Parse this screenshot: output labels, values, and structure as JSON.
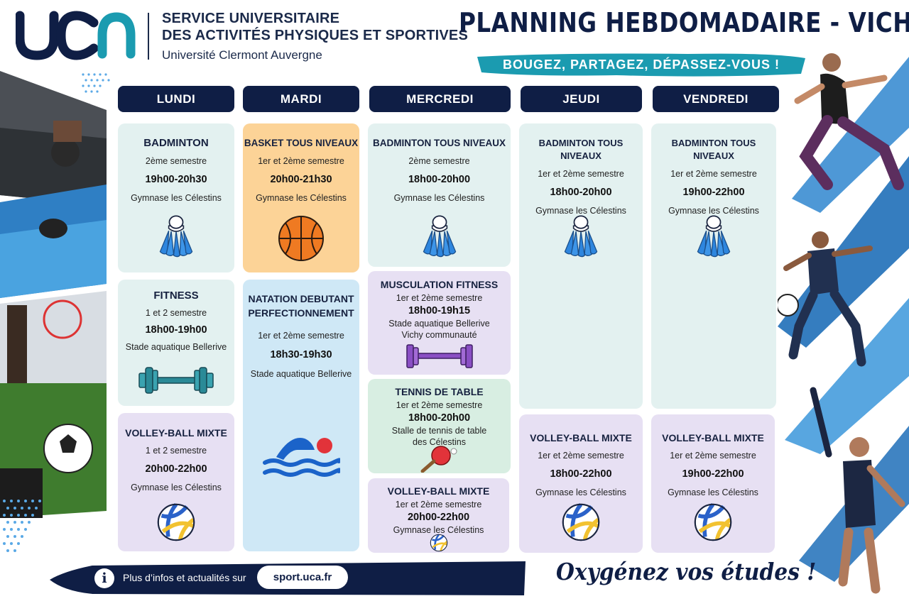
{
  "header": {
    "org_name_1": "SERVICE UNIVERSITAIRE",
    "org_name_2": "DES ACTIVITÉS PHYSIQUES ET SPORTIVES",
    "university": "Université Clermont Auvergne",
    "title": "PLANNING HEBDOMADAIRE - VICHY",
    "slogan": "BOUGEZ, PARTAGEZ, DÉPASSEZ-VOUS !",
    "logo_icon": "uca-logo-icon"
  },
  "days": [
    "LUNDI",
    "MARDI",
    "MERCREDI",
    "JEUDI",
    "VENDREDI"
  ],
  "schedule": {
    "lundi": [
      {
        "title": "BADMINTON",
        "semester": "2ème semestre",
        "hours": "19h00-20h30",
        "location": "Gymnase les Célestins",
        "icon": "shuttlecock-icon"
      },
      {
        "title": "FITNESS",
        "semester": "1 et 2 semestre",
        "hours": "18h00-19h00",
        "location": "Stade aquatique Bellerive",
        "icon": "dumbbell-icon"
      },
      {
        "title": "VOLLEY-BALL MIXTE",
        "semester": "1 et 2 semestre",
        "hours": "20h00-22h00",
        "location": "Gymnase les Célestins",
        "icon": "volleyball-icon"
      }
    ],
    "mardi": [
      {
        "title": "BASKET TOUS NIVEAUX",
        "semester": "1er et 2ème semestre",
        "hours": "20h00-21h30",
        "location": "Gymnase les Célestins",
        "icon": "basketball-icon"
      },
      {
        "title_1": "NATATION DEBUTANT",
        "title_2": "PERFECTIONNEMENT",
        "semester": "1er et 2ème semestre",
        "hours": "18h30-19h30",
        "location": "Stade aquatique Bellerive",
        "icon": "swimmer-icon"
      }
    ],
    "mercredi": [
      {
        "title": "BADMINTON TOUS NIVEAUX",
        "semester": "2ème semestre",
        "hours": "18h00-20h00",
        "location": "Gymnase les Célestins",
        "icon": "shuttlecock-icon"
      },
      {
        "title": "MUSCULATION FITNESS",
        "semester": "1er et 2ème semestre",
        "hours": "18h00-19h15",
        "location_1": "Stade aquatique Bellerive",
        "location_2": "Vichy communauté",
        "icon": "barbell-icon"
      },
      {
        "title": "TENNIS DE TABLE",
        "semester": "1er et 2ème semestre",
        "hours": "18h00-20h00",
        "location_1": "Stalle de tennis de table",
        "location_2": "des Célestins",
        "icon": "ping-pong-paddle-icon"
      },
      {
        "title": "VOLLEY-BALL MIXTE",
        "semester": "1er et 2ème semestre",
        "hours": "20h00-22h00",
        "location": "Gymnase les Célestins",
        "icon": "volleyball-icon"
      }
    ],
    "jeudi": [
      {
        "title": "BADMINTON TOUS NIVEAUX",
        "semester": "1er et 2ème semestre",
        "hours": "18h00-20h00",
        "location": "Gymnase les Célestins",
        "icon": "shuttlecock-icon"
      },
      {
        "title": "VOLLEY-BALL MIXTE",
        "semester": "1er et 2ème semestre",
        "hours": "18h00-22h00",
        "location": "Gymnase les Célestins",
        "icon": "volleyball-icon"
      }
    ],
    "vendredi": [
      {
        "title": "BADMINTON TOUS NIVEAUX",
        "semester": "1er et 2ème semestre",
        "hours": "19h00-22h00",
        "location": "Gymnase les Célestins",
        "icon": "shuttlecock-icon"
      },
      {
        "title": "VOLLEY-BALL MIXTE",
        "semester": "1er et 2ème semestre",
        "hours": "19h00-22h00",
        "location": "Gymnase les Célestins",
        "icon": "volleyball-icon"
      }
    ]
  },
  "footer": {
    "info_text": "Plus d’infos et actualités sur",
    "url": "sport.uca.fr",
    "tagline": "Oxygénez vos études !",
    "info_icon": "info-icon"
  },
  "colors": {
    "navy": "#0f1e45",
    "teal_card": "#e3f1f0",
    "orange_card": "#fcd397",
    "lilac_card": "#e7e0f3",
    "blue_card": "#cfe8f6",
    "mint_card": "#d8eee2",
    "accent_teal": "#1b9bb0"
  }
}
